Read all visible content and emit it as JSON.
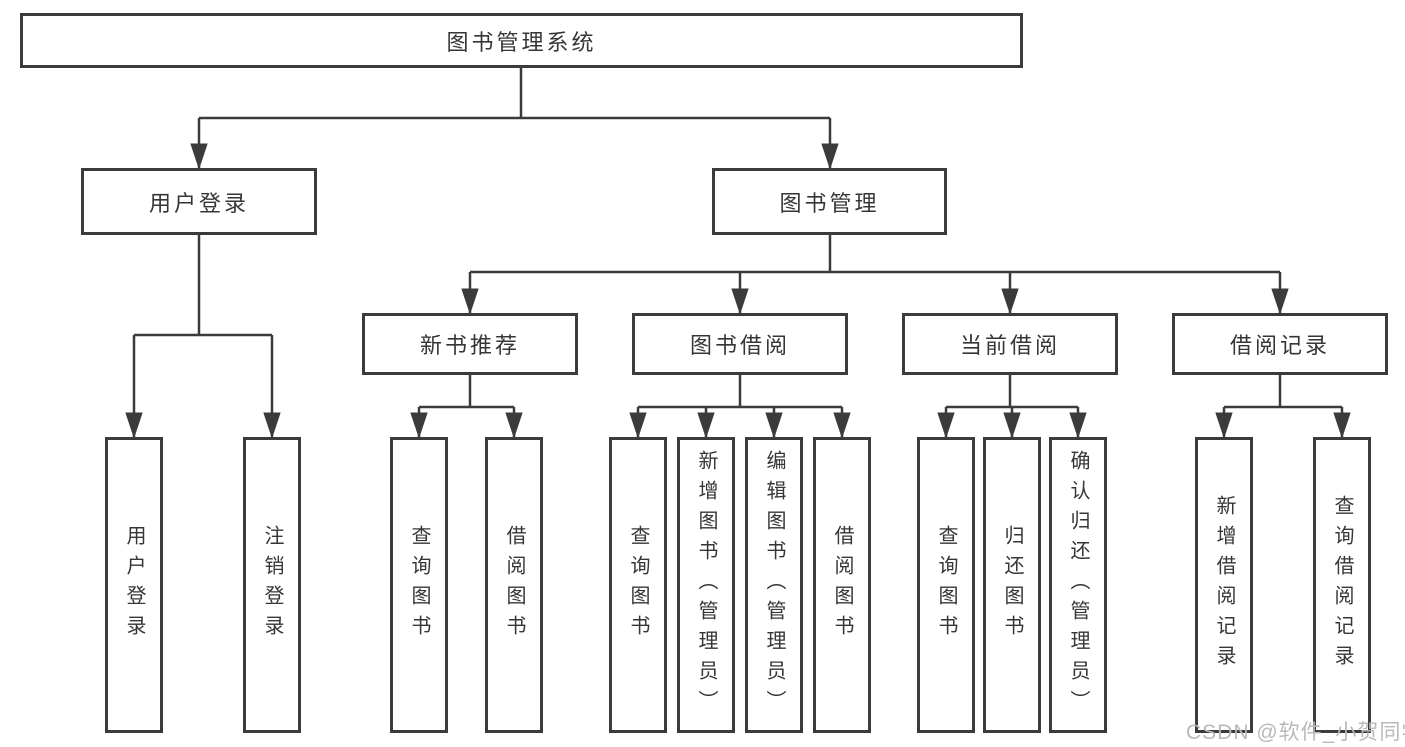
{
  "diagram": {
    "root": {
      "label": "图书管理系统"
    },
    "level2": [
      {
        "label": "用户登录"
      },
      {
        "label": "图书管理"
      }
    ],
    "level3": [
      {
        "label": "新书推荐"
      },
      {
        "label": "图书借阅"
      },
      {
        "label": "当前借阅"
      },
      {
        "label": "借阅记录"
      }
    ],
    "leaves": {
      "user_login": [
        "用户登录",
        "注销登录"
      ],
      "new_book_recommend": [
        "查询图书",
        "借阅图书"
      ],
      "book_borrow": [
        "查询图书",
        "新增图书（管理员）",
        "编辑图书（管理员）",
        "借阅图书"
      ],
      "current_borrow": [
        "查询图书",
        "归还图书",
        "确认归还（管理员）"
      ],
      "borrow_records": [
        "新增借阅记录",
        "查询借阅记录"
      ]
    }
  },
  "watermark": "CSDN @软件_小贺同学",
  "colors": {
    "line": "#3b3b3b",
    "box_border": "#3b3b3b",
    "text": "#363636",
    "watermark": "#b9b9b9",
    "background": "#ffffff"
  }
}
